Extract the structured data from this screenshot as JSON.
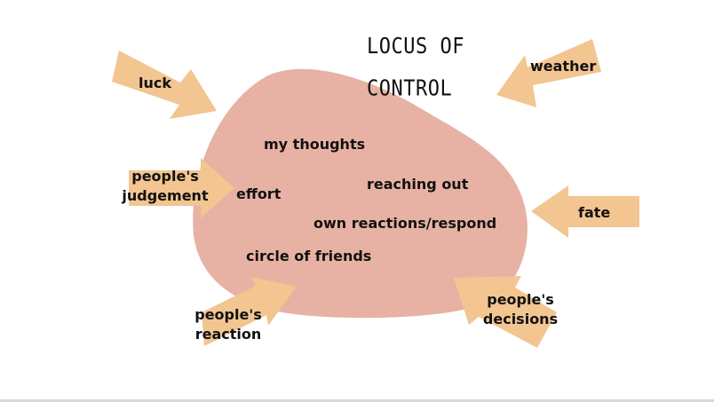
{
  "title": {
    "line1": "LOCUS OF",
    "line2": "CONTROL"
  },
  "colors": {
    "circle_of_control": "#e7b2a3",
    "arrow": "#f2c591",
    "text": "#111111"
  },
  "inside_items": {
    "my_thoughts": "my thoughts",
    "effort": "effort",
    "reaching_out": "reaching out",
    "own_reactions": "own reactions/respond",
    "circle_of_friends": "circle of friends"
  },
  "outside_items": {
    "luck": "luck",
    "weather": "weather",
    "peoples_judgement_1": "people's",
    "peoples_judgement_2": "judgement",
    "fate": "fate",
    "peoples_reaction_1": "people's",
    "peoples_reaction_2": "reaction",
    "peoples_decisions_1": "people's",
    "peoples_decisions_2": "decisions"
  }
}
